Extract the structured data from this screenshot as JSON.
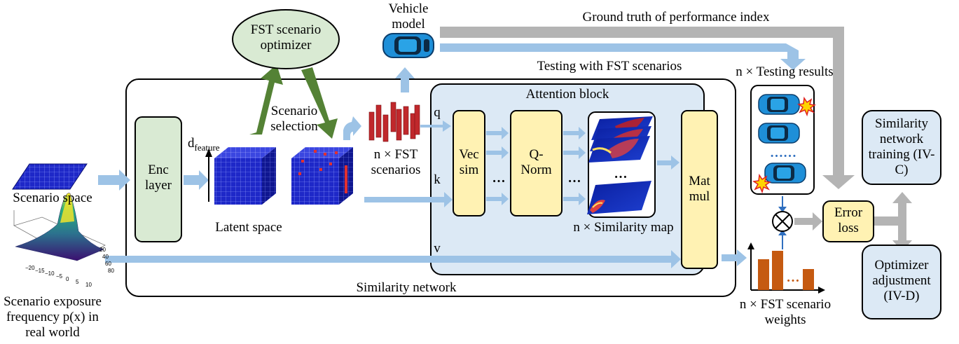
{
  "labels": {
    "vehicle_model": "Vehicle model",
    "fst_optimizer": "FST scenario optimizer",
    "ground_truth": "Ground truth of performance index",
    "testing_with_fst": "Testing with FST scenarios",
    "n_testing_results": "n × Testing results",
    "attention_block": "Attention block",
    "scenario_selection": "Scenario selection",
    "d_feature_main": "d",
    "d_feature_sub": "feature",
    "n_fst_scenarios": "n × FST scenarios",
    "scenario_space": "Scenario space",
    "latent_space": "Latent space",
    "enc_layer": "Enc layer",
    "vec_sim": "Vec sim",
    "q_norm": "Q-Norm",
    "mat_mul": "Mat mul",
    "n_similarity_map": "n × Similarity map",
    "similarity_network": "Similarity network",
    "q": "q",
    "k": "k",
    "v": "v",
    "ellipsis": "…",
    "dots": "……",
    "error_loss": "Error loss",
    "similarity_training": "Similarity network training (IV-C)",
    "optimizer_adjustment": "Optimizer adjustment (IV-D)",
    "fst_weights": "n × FST scenario weights",
    "exposure": "Scenario exposure frequency p(x) in real world",
    "tick_x_axis": [
      "−20",
      "−15",
      "−10",
      "−5",
      "0",
      "5",
      "10"
    ],
    "tick_y_axis": [
      "20",
      "40",
      "60",
      "80"
    ]
  },
  "colors": {
    "arrow_blue": "#9dc3e6",
    "arrow_gray": "#b4b4b4",
    "arrow_green": "#548235",
    "green_fill": "#d9ead3",
    "yellow_fill": "#fff2b3",
    "attention_fill": "#dce9f5",
    "cube_blue": "#1a1ab8",
    "bar_orange": "#c55a11",
    "right_box_fill": "#dce9f5"
  }
}
